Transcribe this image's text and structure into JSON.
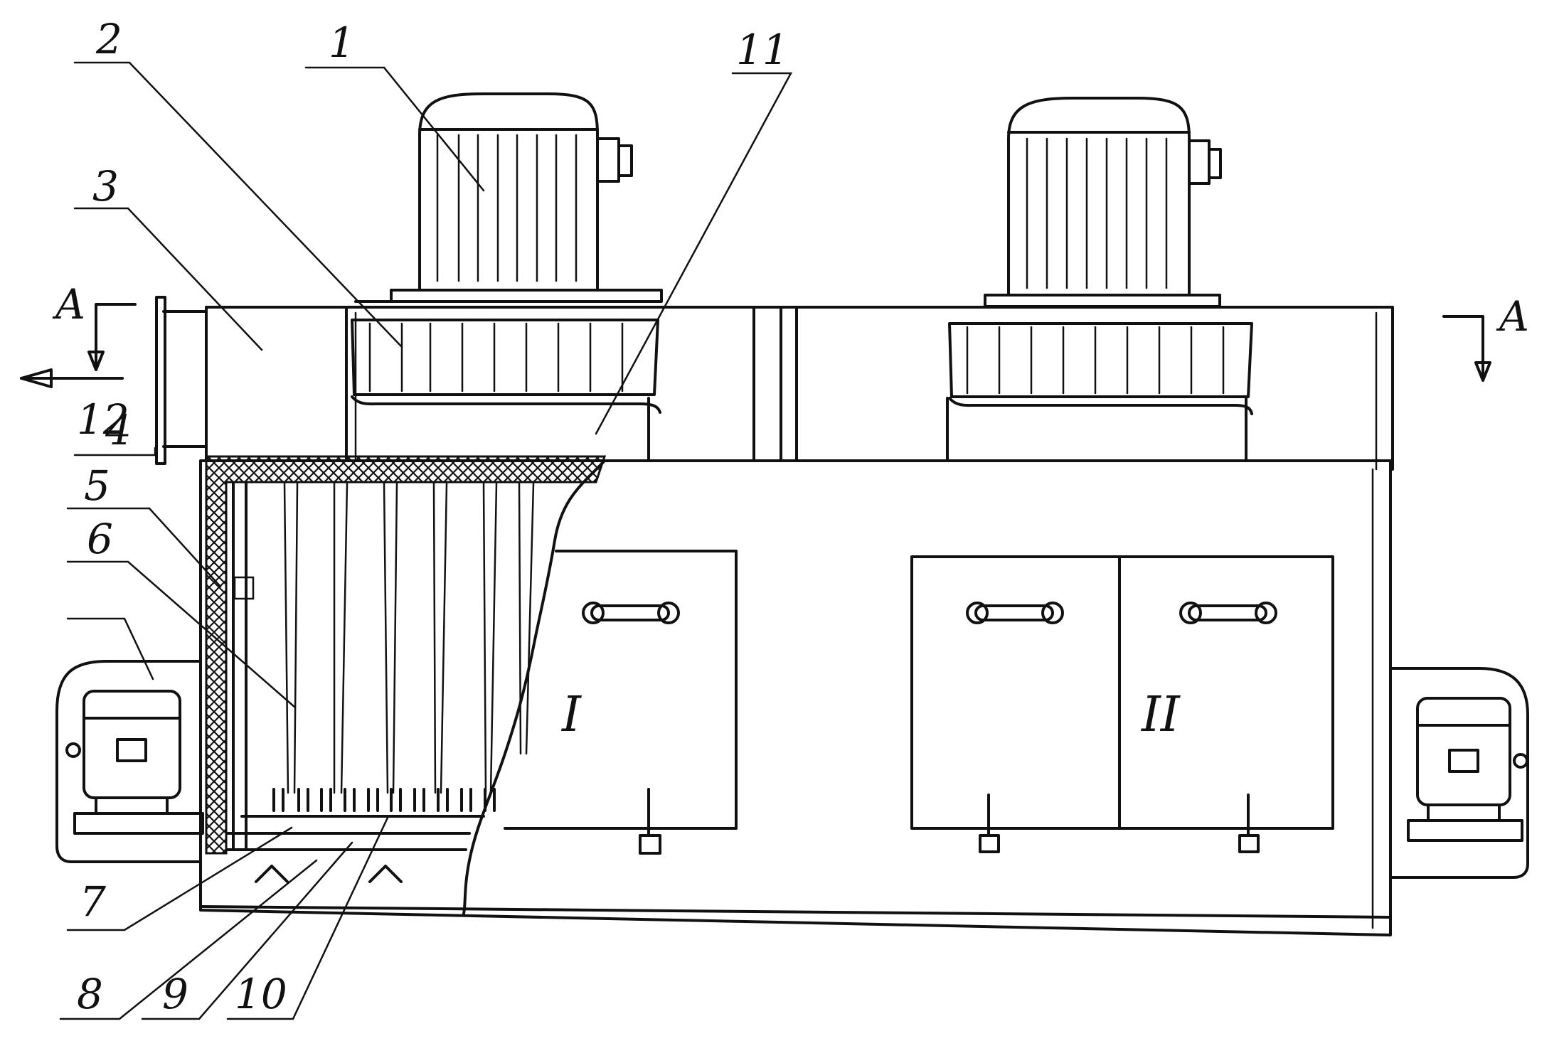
{
  "callouts": {
    "c1": "1",
    "c2": "2",
    "c3": "3",
    "c4": "4",
    "c5": "5",
    "c6": "6",
    "c7": "7",
    "c8": "8",
    "c9": "9",
    "c10": "10",
    "c11": "11",
    "c12": "12"
  },
  "section_marks": {
    "left": "A",
    "right": "A"
  },
  "zones": {
    "zone_1": "I",
    "zone_2": "II"
  }
}
